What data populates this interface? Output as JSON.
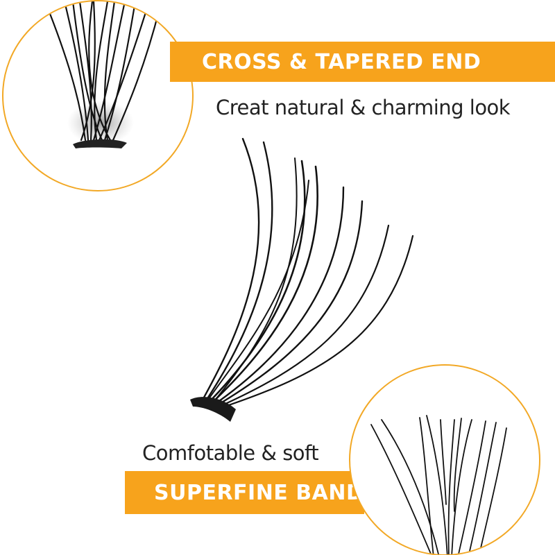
{
  "feature_top": {
    "title": "CROSS & TAPERED END",
    "subtitle": "Creat natural & charming look"
  },
  "feature_bottom": {
    "title": "SUPERFINE BAND",
    "subtitle": "Comfotable & soft"
  },
  "colors": {
    "accent": "#f7a31c",
    "circle_border": "#f2a825",
    "lash": "#111111",
    "text": "#222222",
    "background": "#ffffff"
  }
}
